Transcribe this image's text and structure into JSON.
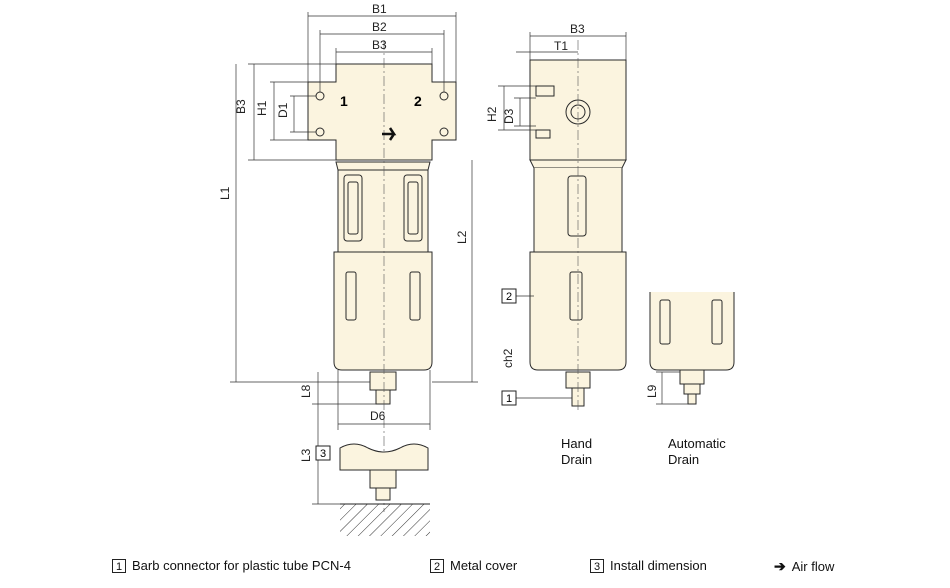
{
  "dims": {
    "B1": "B1",
    "B2": "B2",
    "B3": "B3",
    "T1": "T1",
    "H1": "H1",
    "D1": "D1",
    "H2": "H2",
    "D3": "D3",
    "L1": "L1",
    "L2": "L2",
    "L3": "L3",
    "L8": "L8",
    "L9": "L9",
    "D6": "D6",
    "B3b": "B3",
    "ch2": "ch2"
  },
  "ports": {
    "in": "1",
    "out": "2"
  },
  "callouts": {
    "c1": "1",
    "c2": "2",
    "c3": "3"
  },
  "drains": {
    "hand": [
      "Hand",
      "Drain"
    ],
    "auto": [
      "Automatic",
      "Drain"
    ]
  },
  "legend": {
    "item1": {
      "num": "1",
      "text": "Barb connector for plastic tube PCN-4"
    },
    "item2": {
      "num": "2",
      "text": "Metal cover"
    },
    "item3": {
      "num": "3",
      "text": "Install dimension"
    },
    "item4": {
      "arrow": "➔",
      "text": "Air flow"
    }
  },
  "colors": {
    "body": "#fbf4df",
    "line": "#2a2a2a"
  }
}
